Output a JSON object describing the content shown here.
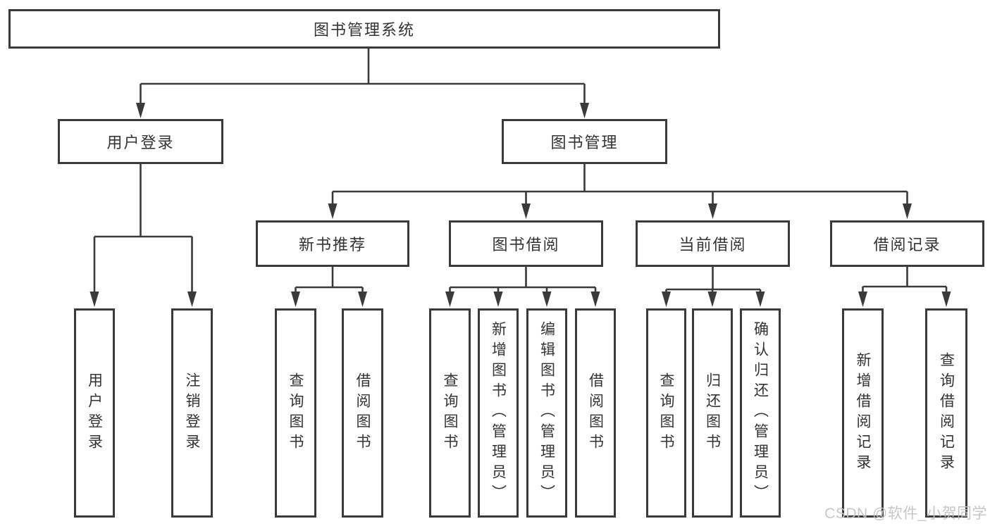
{
  "diagram": {
    "root": {
      "label": "图书管理系统"
    },
    "level2": [
      {
        "label": "用户登录"
      },
      {
        "label": "图书管理"
      }
    ],
    "level3": [
      {
        "label": "新书推荐"
      },
      {
        "label": "图书借阅"
      },
      {
        "label": "当前借阅"
      },
      {
        "label": "借阅记录"
      }
    ],
    "leaves": {
      "user_login": [
        "用户登录",
        "注销登录"
      ],
      "new_book_recommend": [
        "查询图书",
        "借阅图书"
      ],
      "book_borrow": [
        "查询图书",
        "新增图书（管理员）",
        "编辑图书（管理员）",
        "借阅图书"
      ],
      "current_borrow": [
        "查询图书",
        "归还图书",
        "确认归还（管理员）"
      ],
      "borrow_records": [
        "新增借阅记录",
        "查询借阅记录"
      ]
    }
  },
  "watermark": {
    "text": "CSDN @软件_小贺同学"
  },
  "colors": {
    "line": "#3a3a3a",
    "text": "#333333",
    "watermark": "#c3c3c3",
    "background": "#ffffff"
  }
}
